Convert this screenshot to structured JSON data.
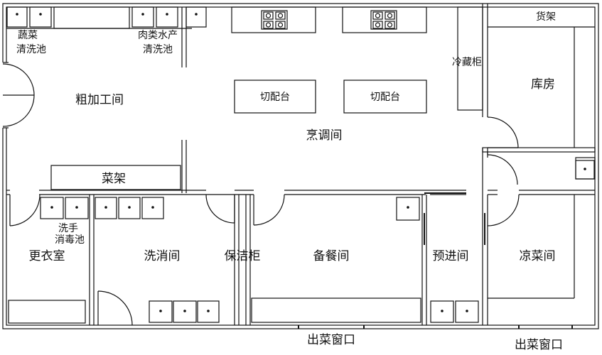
{
  "rooms": {
    "rough_prep": "粗加工间",
    "cooking": "烹调间",
    "storeroom": "库房",
    "locker": "更衣室",
    "dishwash": "洗消间",
    "cleaning_cabinet": "保洁柜",
    "serving_prep": "备餐间",
    "pre_entry": "预进间",
    "cold_dish": "凉菜间"
  },
  "fixtures": {
    "veg_sink": [
      "蔬菜",
      "清洗池"
    ],
    "meat_sink": [
      "肉类水产",
      "清洗池"
    ],
    "hand_sink": [
      "洗手",
      "消毒池"
    ],
    "veg_rack": "菜架",
    "prep_table_1": "切配台",
    "prep_table_2": "切配台",
    "cold_cabinet": "冷藏柜",
    "shelf": "货架"
  },
  "windows": {
    "serving_window_1": "出菜窗口",
    "serving_window_2": "出菜窗口"
  }
}
